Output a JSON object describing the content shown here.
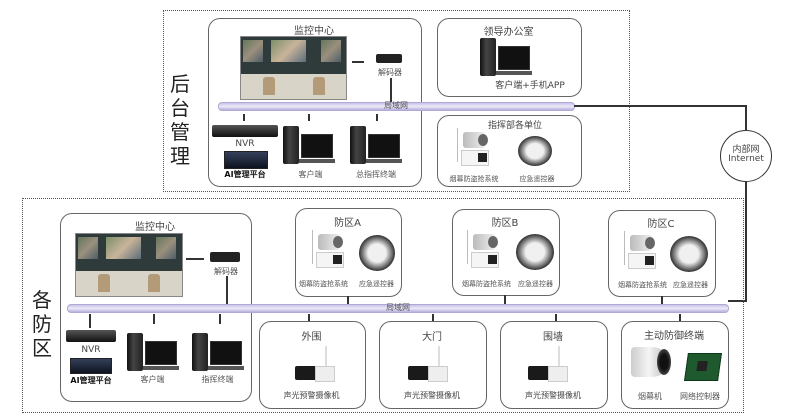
{
  "backend": {
    "label": "后台管理",
    "monitor_center": {
      "title": "监控中心",
      "decoder": "解码器",
      "lan": "局域网",
      "nvr": "NVR",
      "ai_platform": "AI管理平台",
      "client": "客户端",
      "command_terminal": "总指挥终端"
    },
    "leader_office": {
      "title": "领导办公室",
      "client": "客户端+手机APP"
    },
    "command_units": {
      "title": "指挥部各单位",
      "smoke_system": "烟幕防盗抢系统",
      "remote": "应急遥控器"
    }
  },
  "network": {
    "line1": "内部网",
    "line2": "Internet"
  },
  "zones": {
    "label": "各防区",
    "monitor_center": {
      "title": "监控中心",
      "decoder": "解码器",
      "nvr": "NVR",
      "ai_platform": "AI管理平台",
      "client": "客户端",
      "command_terminal": "指挥终端"
    },
    "lan": "局域网",
    "zone_boxes": [
      {
        "title": "防区A",
        "smoke_system": "烟幕防盗抢系统",
        "remote": "应急遥控器"
      },
      {
        "title": "防区B",
        "smoke_system": "烟幕防盗抢系统",
        "remote": "应急遥控器"
      },
      {
        "title": "防区C",
        "smoke_system": "烟幕防盗抢系统",
        "remote": "应急遥控器"
      }
    ],
    "perimeter": [
      {
        "title": "外围",
        "device": "声光预警摄像机"
      },
      {
        "title": "大门",
        "device": "声光预警摄像机"
      },
      {
        "title": "围墙",
        "device": "声光预警摄像机"
      }
    ],
    "active_defense": {
      "title": "主动防御终端",
      "smoke_machine": "烟幕机",
      "controller": "网络控制器"
    }
  }
}
